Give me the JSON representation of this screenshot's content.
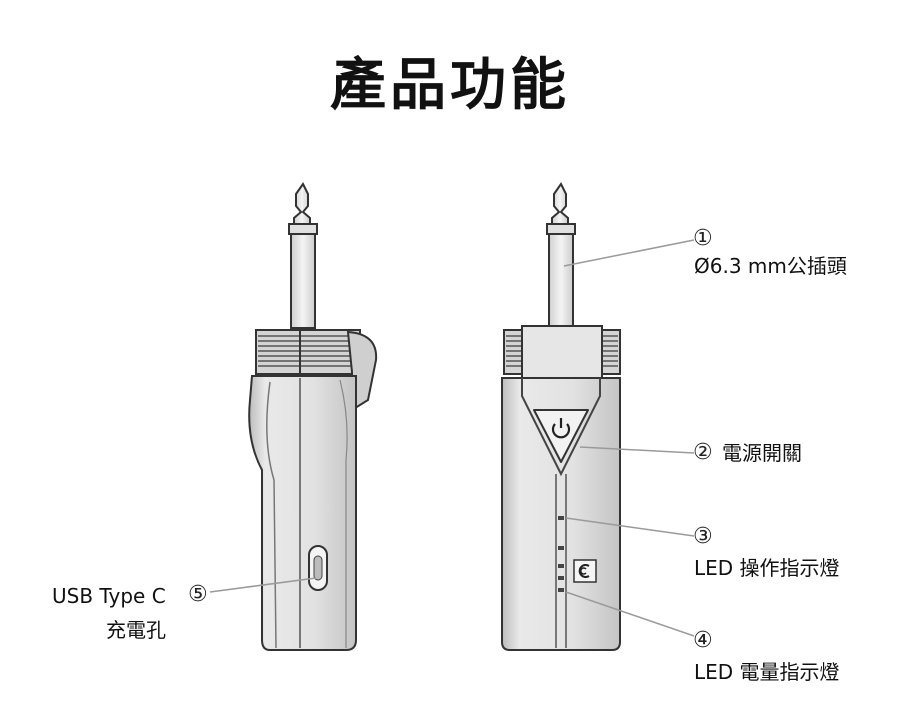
{
  "title": "產品功能",
  "callouts": [
    {
      "id": "1",
      "marker": "①",
      "text": "Ø6.3 mm公插頭",
      "text2": ""
    },
    {
      "id": "2",
      "marker": "②",
      "text": "電源開關",
      "text2": ""
    },
    {
      "id": "3",
      "marker": "③",
      "text": "LED 操作指示燈",
      "text2": ""
    },
    {
      "id": "4",
      "marker": "④",
      "text": "LED 電量指示燈",
      "text2": ""
    },
    {
      "id": "5",
      "marker": "⑤",
      "text": "USB Type C",
      "text2": "充電孔"
    }
  ],
  "colors": {
    "body_fill": "#e6e6e6",
    "body_shade": "#cfcfcf",
    "outline": "#333333",
    "leader": "#999999",
    "text": "#111111"
  }
}
